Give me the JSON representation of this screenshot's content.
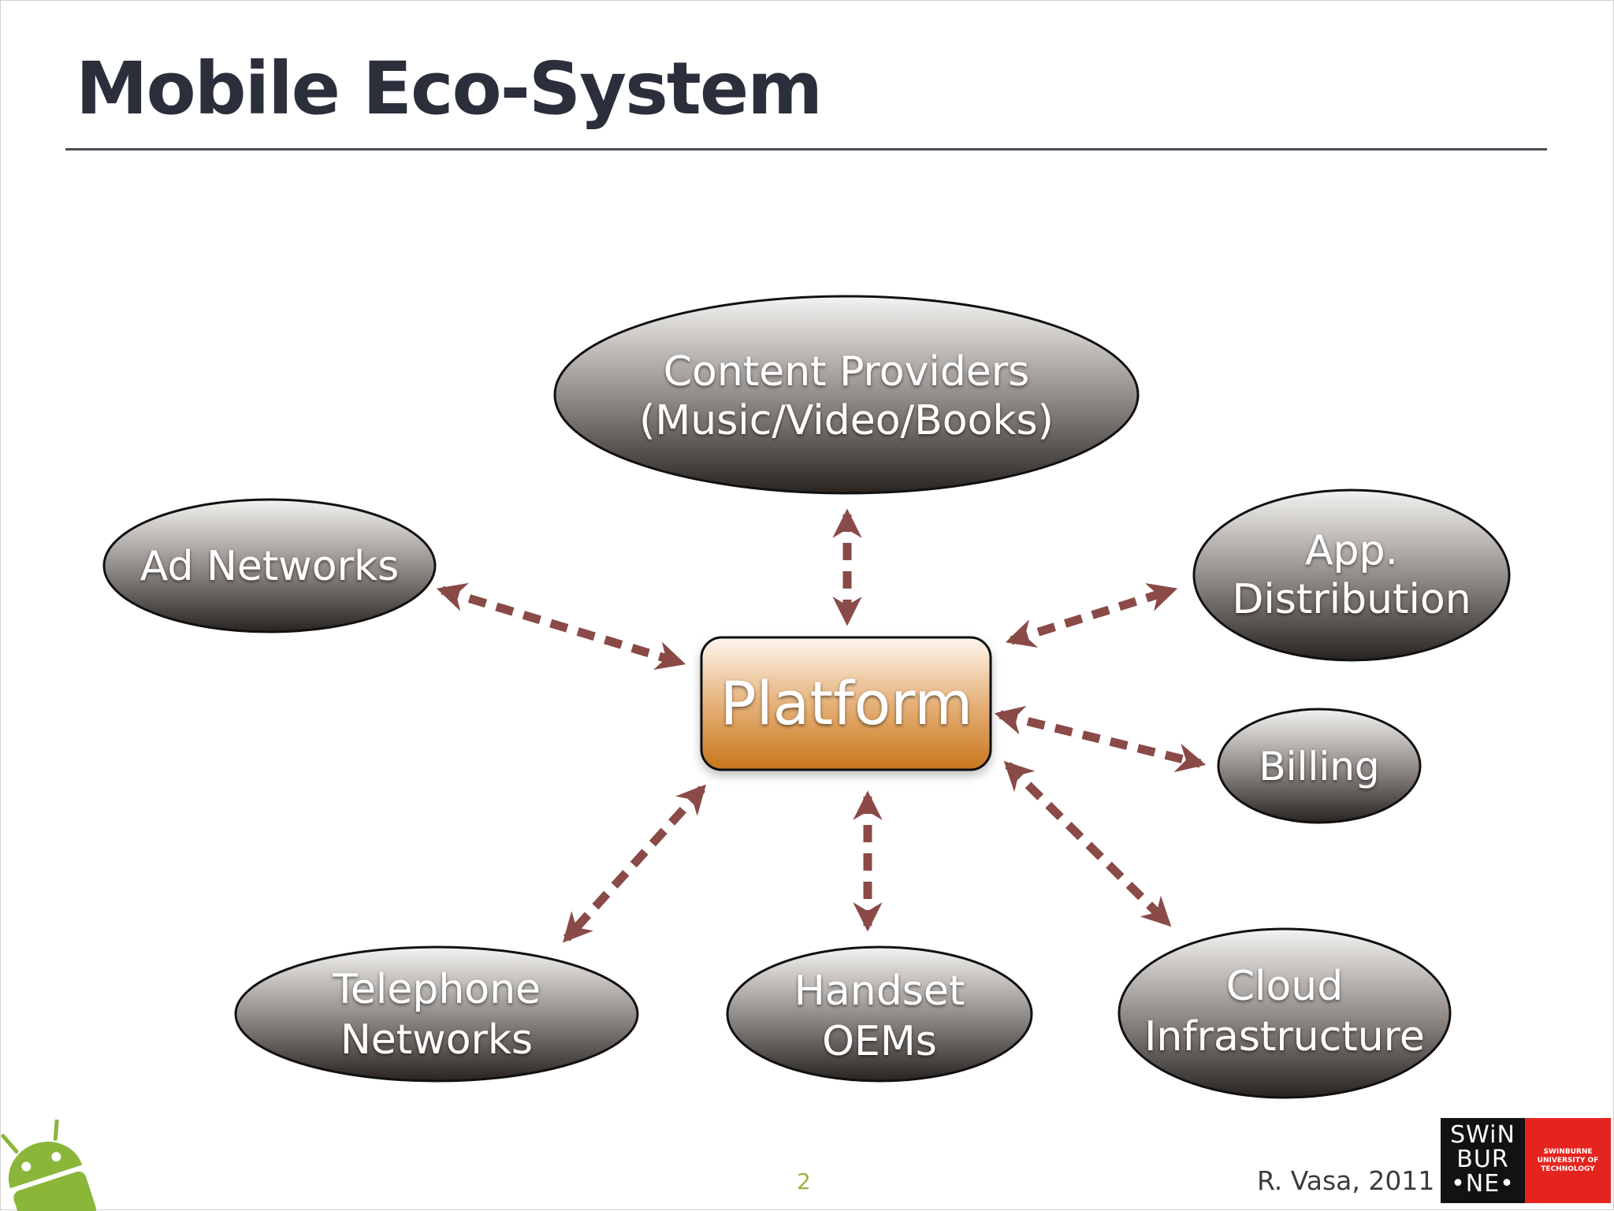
{
  "slide": {
    "title": "Mobile Eco-System",
    "page_number": "2",
    "author": "R. Vasa, 2011",
    "logo": {
      "lines": [
        "SWiN",
        "BUR",
        "•NE•"
      ],
      "institution": "SWINBURNE UNIVERSITY OF TECHNOLOGY"
    },
    "mascot_icon": "android-robot-icon"
  },
  "diagram": {
    "center": {
      "label": "Platform"
    },
    "nodes": {
      "content_providers": {
        "line1": "Content Providers",
        "line2": "(Music/Video/Books)"
      },
      "ad_networks": {
        "line1": "Ad Networks"
      },
      "app_distribution": {
        "line1": "App.",
        "line2": "Distribution"
      },
      "billing": {
        "line1": "Billing"
      },
      "telephone_networks": {
        "line1": "Telephone",
        "line2": "Networks"
      },
      "handset_oems": {
        "line1": "Handset",
        "line2": "OEMs"
      },
      "cloud_infrastructure": {
        "line1": "Cloud",
        "line2": "Infrastructure"
      }
    },
    "colors": {
      "arrow": "#8a4a47",
      "node_top": "#f4f3f1",
      "node_bottom": "#2a2421",
      "platform_top": "#fdf6ee",
      "platform_bottom": "#c8761b"
    }
  }
}
